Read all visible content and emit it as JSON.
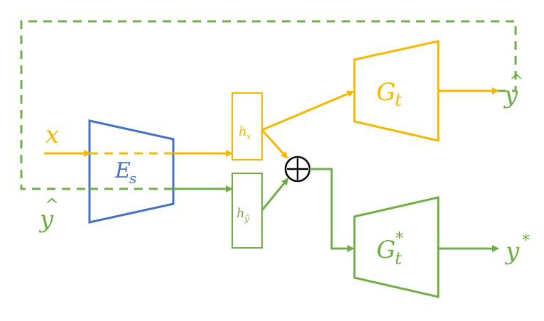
{
  "colors": {
    "yellow": "#F5B800",
    "green": "#70AD47",
    "blue": "#4472C4",
    "black": "#000000"
  },
  "nodes": {
    "input_x": {
      "main": "x"
    },
    "input_yhat": {
      "main": "y",
      "hat": "^"
    },
    "encoder": {
      "main": "E",
      "sub": "s"
    },
    "hx": {
      "main": "h",
      "sub": "x"
    },
    "hy": {
      "main": "h",
      "sub": "ŷ"
    },
    "sum": {
      "symbol": "+"
    },
    "gt": {
      "main": "G",
      "sub": "t"
    },
    "gtstar": {
      "main": "G",
      "sub": "t",
      "sup": "*"
    },
    "output_yhat": {
      "main": "y",
      "hat": "^"
    },
    "output_ystar": {
      "main": "y",
      "sup": "*"
    }
  },
  "edges": [
    {
      "from": "input_x",
      "to": "hx",
      "style": "solid-dashed-through-encoder",
      "color": "yellow"
    },
    {
      "from": "input_yhat",
      "to": "hy",
      "style": "solid-dashed-through-encoder",
      "color": "green"
    },
    {
      "from": "hx",
      "to": "gt",
      "style": "solid",
      "color": "yellow"
    },
    {
      "from": "hx",
      "to": "sum",
      "style": "solid",
      "color": "yellow"
    },
    {
      "from": "hy",
      "to": "sum",
      "style": "solid",
      "color": "green"
    },
    {
      "from": "sum",
      "to": "gtstar",
      "style": "solid",
      "color": "green"
    },
    {
      "from": "gt",
      "to": "output_yhat",
      "style": "solid",
      "color": "yellow"
    },
    {
      "from": "gtstar",
      "to": "output_ystar",
      "style": "solid",
      "color": "green"
    },
    {
      "from": "output_yhat",
      "to": "input_yhat",
      "style": "dashed-feedback",
      "color": "green"
    }
  ]
}
